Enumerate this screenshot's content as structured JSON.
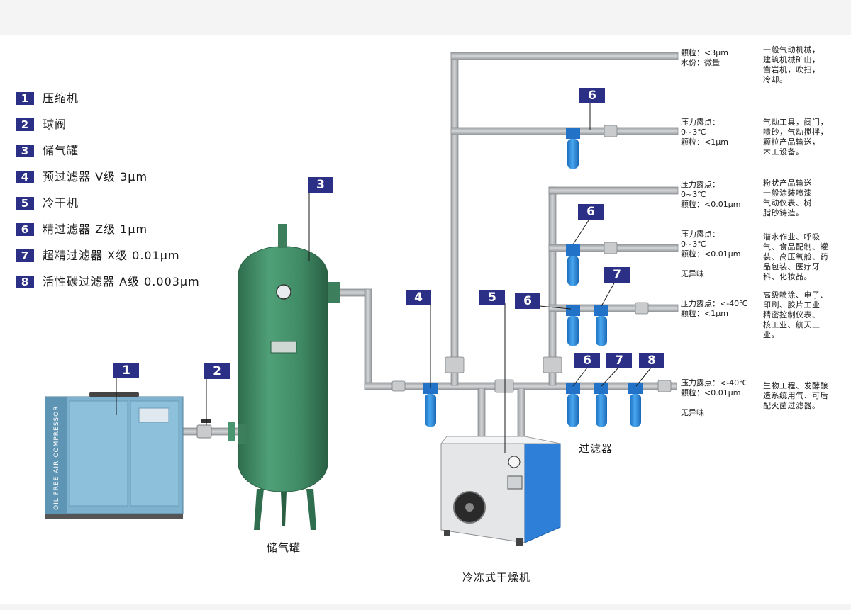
{
  "legend": [
    {
      "num": "1",
      "label": "压缩机"
    },
    {
      "num": "2",
      "label": "球阀"
    },
    {
      "num": "3",
      "label": "储气罐"
    },
    {
      "num": "4",
      "label": "预过滤器  V级 3μm"
    },
    {
      "num": "5",
      "label": "冷干机"
    },
    {
      "num": "6",
      "label": "精过滤器 Z级 1μm"
    },
    {
      "num": "7",
      "label": "超精过滤器 X级 0.01μm"
    },
    {
      "num": "8",
      "label": "活性碳过滤器 A级 0.003μm"
    }
  ],
  "markers": {
    "compressor": "1",
    "valve": "2",
    "tank": "3",
    "prefilter": "4",
    "dryer": "5",
    "row2_filter": "6",
    "row3_filter": "6",
    "row4_fine": "6",
    "row4_ultra": "7",
    "row5_fine": "6",
    "row5_ultra": "7",
    "row5_carbon": "8"
  },
  "captions": {
    "tank": "储气罐",
    "filters": "过滤器",
    "dryer": "冷冻式干燥机"
  },
  "compressor_side_text": "OIL FREE AIR COMPRESSOR",
  "outlets": [
    {
      "spec": "颗粒：<3μm\n水份：微量",
      "use": "一般气动机械，\n建筑机械矿山，\n凿岩机，吹扫，\n冷却。"
    },
    {
      "spec": "压力露点：\n0~3℃\n颗粒：<1μm",
      "use": "气动工具，阀门，\n喷砂，气动搅拌，\n颗粒产品输送，\n木工设备。"
    },
    {
      "spec": "压力露点：\n0~3℃\n颗粒：<0.01μm",
      "use": "粉状产品输送\n一般涂装喷漆\n气动仪表、树\n脂砂铸造。"
    },
    {
      "spec": "压力露点：\n0~3℃\n颗粒：<0.01μm\n\n无异味",
      "use": "潜水作业、呼吸\n气、食品配制、罐\n装、高压氧舱、药\n品包装、医疗牙\n科、化妆品。"
    },
    {
      "spec": "压力露点：<-40℃\n颗粒：<1μm",
      "use": "高级喷涂、电子、\n印刷、胶片工业\n精密控制仪表、\n核工业、航天工\n业。"
    },
    {
      "spec": "压力露点：<-40℃\n颗粒：<0.01μm\n\n无异味",
      "use": "生物工程、发酵酿\n造系统用气、可后\n配灭菌过滤器。"
    }
  ],
  "colors": {
    "badge": "#2c2f86",
    "pipe": "#b5b8ba",
    "tank": "#3f8a64",
    "filter": "#2b8fe0",
    "compressor": "#86b8d4",
    "dryer_side": "#2e7fd8",
    "dryer_front": "#e6e8ea"
  }
}
